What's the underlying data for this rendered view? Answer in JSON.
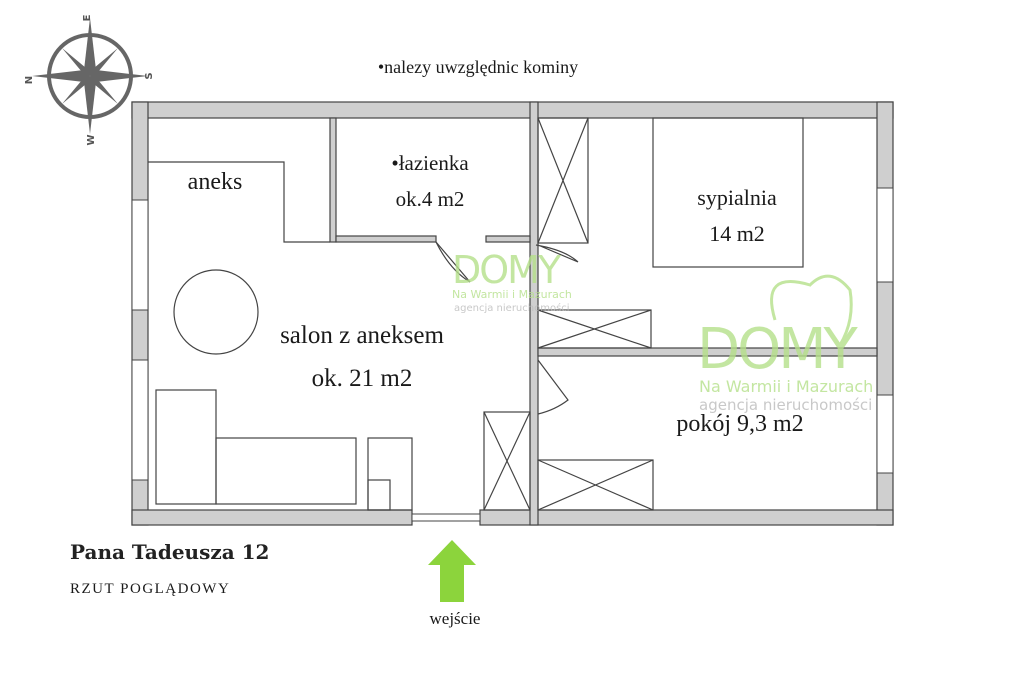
{
  "note": "•nalezy uwzględnic kominy",
  "compass": {
    "east": "E",
    "south": "S",
    "west": "W",
    "north": "N"
  },
  "rooms": {
    "aneks": "aneks",
    "bathroom_name": "•łazienka",
    "bathroom_area": "ok.4 m2",
    "bedroom_name": "sypialnia",
    "bedroom_area": "14 m2",
    "salon_name": "salon z aneksem",
    "salon_area": "ok. 21 m2",
    "room": "pokój 9,3 m2"
  },
  "address": "Pana Tadeusza 12",
  "subtitle": "RZUT POGLĄDOWY",
  "entrance": "wejście",
  "watermark": {
    "brand": "DOMY",
    "line1": "Na Warmii i Mazurach",
    "line2": "agencja nieruchomości"
  },
  "colors": {
    "arrow": "#8cd43c",
    "wall": "#cfcfcf",
    "watermark_green": "#b5e08a"
  }
}
